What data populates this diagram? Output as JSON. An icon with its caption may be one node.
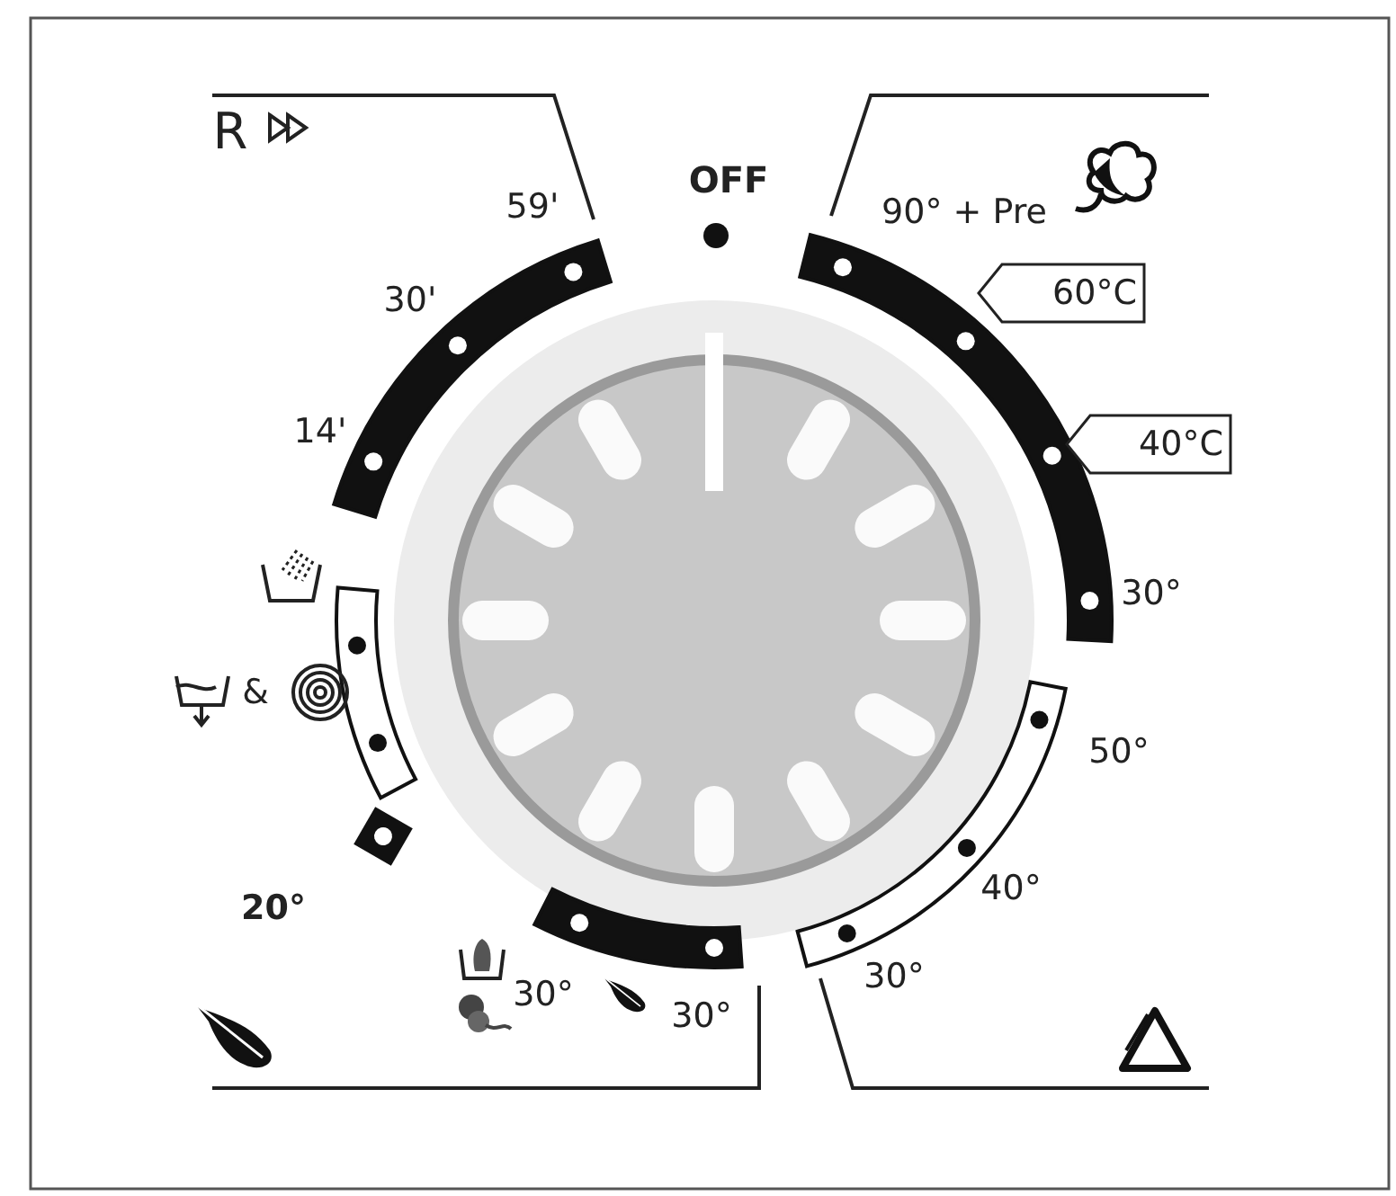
{
  "diagram": {
    "nodes": [
      {
        "text": [
          "60°C"
        ]
      },
      {
        "text": [
          "40°C"
        ]
      }
    ],
    "labels": [
      "R",
      "OFF",
      "59'",
      "90° + Pre",
      "30'",
      "14'",
      "30°",
      "&",
      "50°",
      "20°",
      "40°",
      "30°",
      "30°",
      "30°"
    ]
  }
}
